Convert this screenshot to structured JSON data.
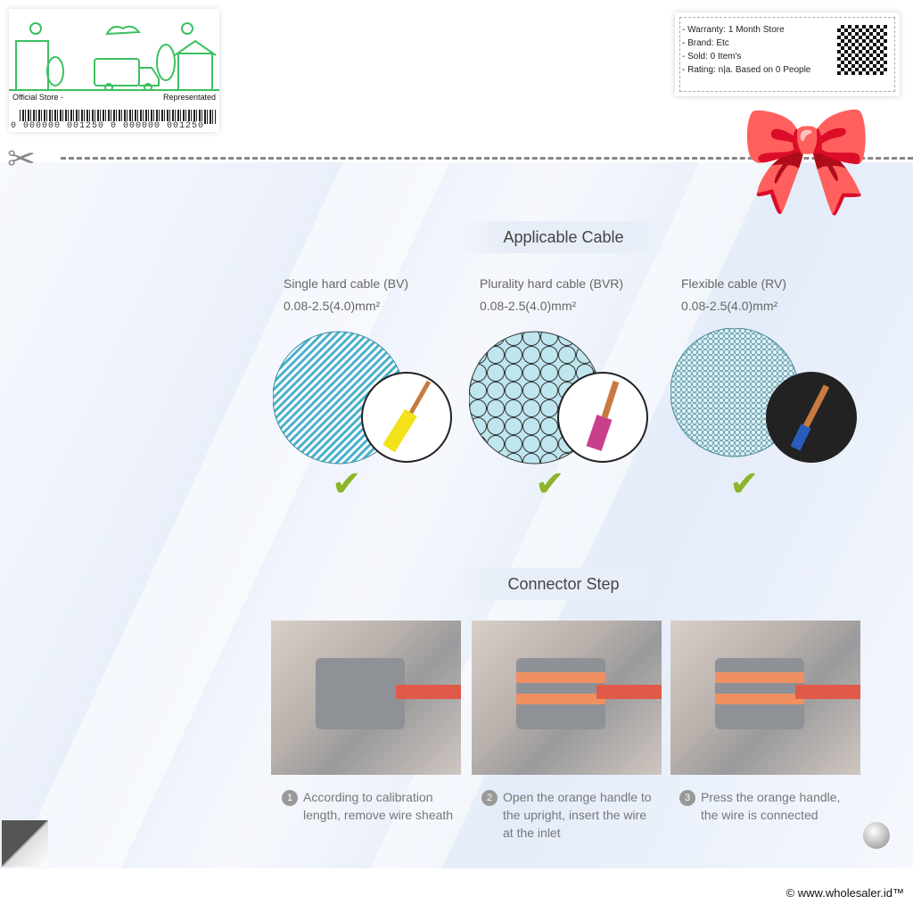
{
  "store_badge": {
    "left_label": "Official Store -",
    "right_label": "Representated",
    "barcode_number": "0 000000 001250 0 000000 001250"
  },
  "info_card": {
    "items": [
      "- Warranty: 1 Month Store",
      "- Brand: Etc",
      "- Sold: 0 Item's",
      "- Rating: n|a. Based on 0 People"
    ]
  },
  "section1": {
    "title": "Applicable Cable",
    "cables": [
      {
        "name": "Single hard cable (BV)",
        "range": "0.08-2.5(4.0)mm²",
        "insulation": "#f2e21a"
      },
      {
        "name": "Plurality hard cable (BVR)",
        "range": "0.08-2.5(4.0)mm²",
        "insulation": "#c8408a"
      },
      {
        "name": "Flexible cable (RV)",
        "range": "0.08-2.5(4.0)mm²",
        "insulation": "#2a5cc0"
      }
    ]
  },
  "section2": {
    "title": "Connector Step",
    "steps": [
      {
        "num": "1",
        "text": "According to calibration length, remove wire sheath"
      },
      {
        "num": "2",
        "text": "Open the orange handle to the upright, insert the wire at the inlet"
      },
      {
        "num": "3",
        "text": "Press the orange handle, the wire is connected"
      }
    ]
  },
  "copyright": "© www.wholesaler.id™"
}
